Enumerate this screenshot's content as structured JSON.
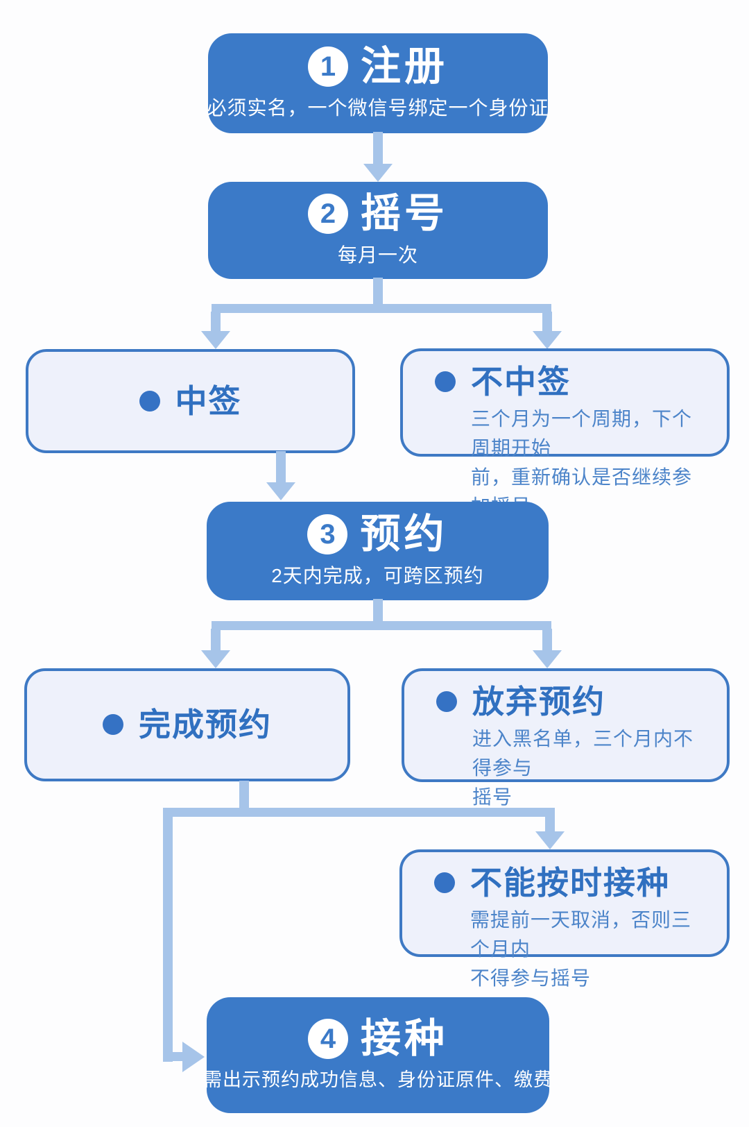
{
  "colors": {
    "step_fill": "#3b7ac8",
    "step_text": "#ffffff",
    "outcome_fill": "#eef1fb",
    "outcome_border": "#3e79c4",
    "outcome_title_text": "#3070c0",
    "outcome_detail_text": "#4c84c9",
    "connector": "#a6c4e9"
  },
  "steps": [
    {
      "num": "1",
      "title": "注册",
      "subtitle": "必须实名，一个微信号绑定一个身份证"
    },
    {
      "num": "2",
      "title": "摇号",
      "subtitle": "每月一次"
    },
    {
      "num": "3",
      "title": "预约",
      "subtitle": "2天内完成，可跨区预约"
    },
    {
      "num": "4",
      "title": "接种",
      "subtitle": "需出示预约成功信息、身份证原件、缴费"
    }
  ],
  "outcomes": {
    "win": {
      "title": "中签"
    },
    "lose": {
      "title": "不中签",
      "lines": [
        "三个月为一个周期，下个周期开始",
        "前，重新确认是否继续参加摇号"
      ]
    },
    "complete": {
      "title": "完成预约"
    },
    "abandon": {
      "title": "放弃预约",
      "lines": [
        "进入黑名单，三个月内不得参与",
        "摇号"
      ]
    },
    "miss": {
      "title": "不能按时接种",
      "lines": [
        "需提前一天取消，否则三个月内",
        "不得参与摇号"
      ]
    }
  }
}
